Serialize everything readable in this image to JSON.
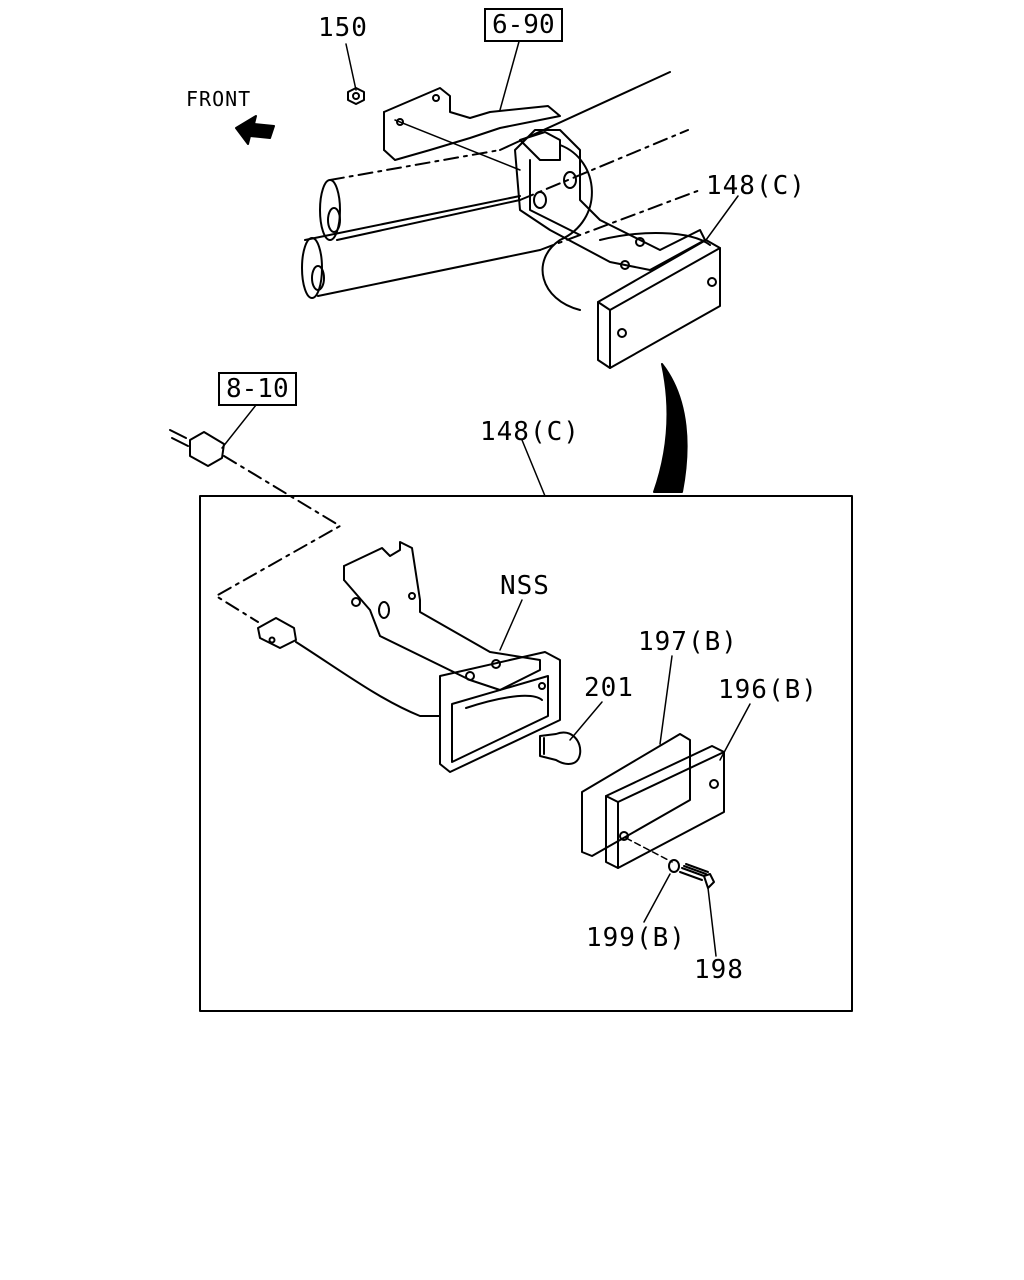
{
  "direction": {
    "text": "FRONT"
  },
  "refs": {
    "upper": "6-90",
    "connector": "8-10"
  },
  "callouts": {
    "nut": "150",
    "lamp_top": "148(C)",
    "lamp_detail": "148(C)",
    "nss": "NSS",
    "bulb": "201",
    "gasket": "197(B)",
    "lens": "196(B)",
    "washer": "199(B)",
    "screw": "198"
  }
}
